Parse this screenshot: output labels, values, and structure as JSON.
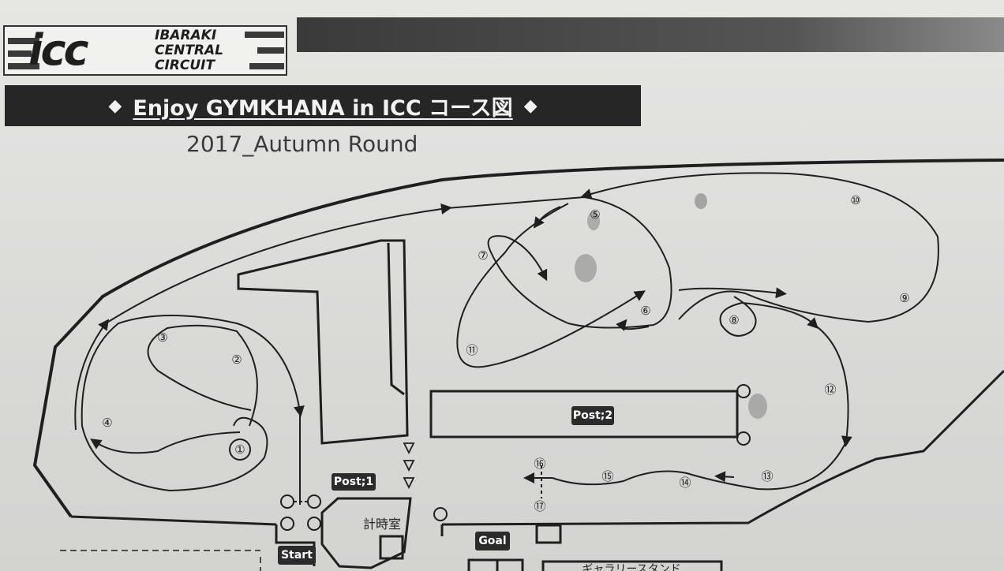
{
  "logo": {
    "mark": "icc",
    "line1": "IBARAKI",
    "line2": "CENTRAL",
    "line3": "CIRCUIT"
  },
  "header": {
    "title": "Enjoy GYMKHANA in ICC コース図",
    "diamond_left": "◆",
    "diamond_right": "◆",
    "subtitle": "2017_Autumn Round"
  },
  "markers": {
    "m1": "①",
    "m2": "②",
    "m3": "③",
    "m4": "④",
    "m5": "⑤",
    "m6": "⑥",
    "m7": "⑦",
    "m8": "⑧",
    "m9": "⑨",
    "m10": "⑩",
    "m11": "⑪",
    "m12": "⑫",
    "m13": "⑬",
    "m14": "⑭",
    "m15": "⑮",
    "m16": "⑯",
    "m17": "⑰"
  },
  "labels": {
    "post1": "Post;1",
    "post2": "Post;2",
    "start": "Start",
    "goal": "Goal",
    "timing_room": "計時室",
    "gallery": "ギャラリースタンド"
  },
  "colors": {
    "line": "#1f1f1f",
    "label_bg": "#2b2b2b",
    "title_bg": "#262626"
  }
}
